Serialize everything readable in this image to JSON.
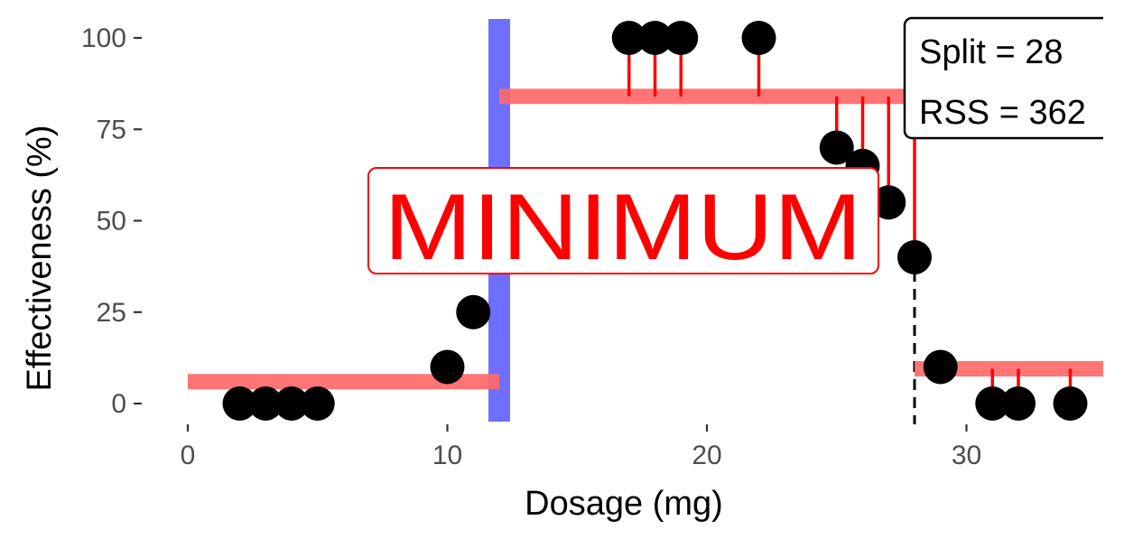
{
  "chart_data": {
    "type": "scatter",
    "xlabel": "Dosage (mg)",
    "ylabel": "Effectiveness (%)",
    "xlim": [
      0,
      36
    ],
    "ylim": [
      -5,
      105
    ],
    "x_ticks": [
      0,
      10,
      20,
      30
    ],
    "y_ticks": [
      0,
      25,
      50,
      75,
      100
    ],
    "points": [
      {
        "x": 2,
        "y": 0
      },
      {
        "x": 3,
        "y": 0
      },
      {
        "x": 4,
        "y": 0
      },
      {
        "x": 5,
        "y": 0
      },
      {
        "x": 10,
        "y": 10
      },
      {
        "x": 11,
        "y": 25
      },
      {
        "x": 17,
        "y": 100
      },
      {
        "x": 18,
        "y": 100
      },
      {
        "x": 19,
        "y": 100
      },
      {
        "x": 22,
        "y": 100
      },
      {
        "x": 25,
        "y": 70
      },
      {
        "x": 26,
        "y": 65
      },
      {
        "x": 27,
        "y": 55
      },
      {
        "x": 28,
        "y": 40
      },
      {
        "x": 29,
        "y": 10
      },
      {
        "x": 31,
        "y": 0
      },
      {
        "x": 32,
        "y": 0
      },
      {
        "x": 34,
        "y": 0
      }
    ],
    "segments": [
      {
        "x_start": 0,
        "x_end": 12,
        "y": 6
      },
      {
        "x_start": 12,
        "x_end": 28,
        "y": 84
      },
      {
        "x_start": 28,
        "x_end": 36,
        "y": 9.5
      }
    ],
    "residual_lines": [
      {
        "x": 17,
        "from": 100,
        "to": 84
      },
      {
        "x": 18,
        "from": 100,
        "to": 84
      },
      {
        "x": 19,
        "from": 100,
        "to": 84
      },
      {
        "x": 22,
        "from": 100,
        "to": 84
      },
      {
        "x": 25,
        "from": 70,
        "to": 84
      },
      {
        "x": 26,
        "from": 65,
        "to": 84
      },
      {
        "x": 27,
        "from": 55,
        "to": 84
      },
      {
        "x": 28,
        "from": 40,
        "to": 84
      },
      {
        "x": 31,
        "from": 0,
        "to": 9.5
      },
      {
        "x": 32,
        "from": 0,
        "to": 9.5
      },
      {
        "x": 34,
        "from": 0,
        "to": 9.5
      }
    ],
    "highlight_band_x": 12,
    "split_line_x": 28,
    "annotation": {
      "line1": "Split = 28",
      "line2": "RSS = 362"
    },
    "stamp_text": "MINIMUM",
    "grid": false,
    "colors": {
      "points": "#000000",
      "segments": "#ff6a6a",
      "residuals": "#ff0000",
      "band": "#6666ff",
      "stamp": "#ff0000",
      "axis_text": "#4d4d4d"
    }
  }
}
